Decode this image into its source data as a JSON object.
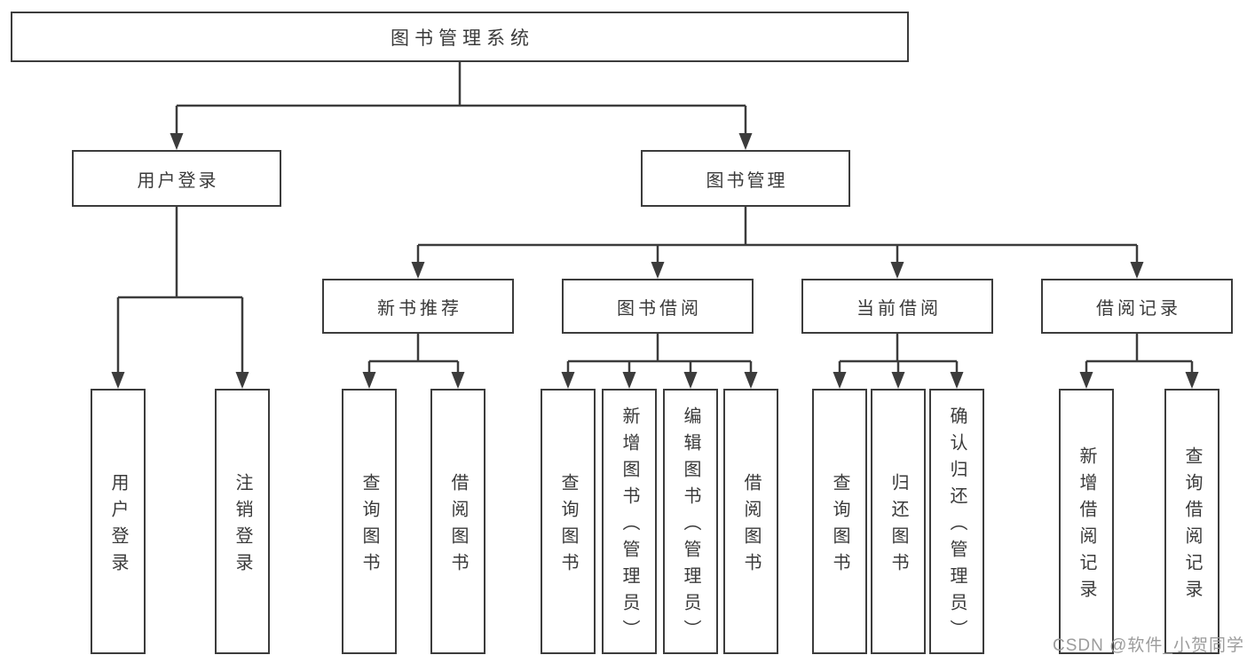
{
  "tree": {
    "root": "图书管理系统",
    "children": [
      {
        "label": "用户登录",
        "children": [
          "用户登录",
          "注销登录"
        ]
      },
      {
        "label": "图书管理",
        "children": [
          {
            "label": "新书推荐",
            "children": [
              "查询图书",
              "借阅图书"
            ]
          },
          {
            "label": "图书借阅",
            "children": [
              "查询图书",
              "新增图书（管理员）",
              "编辑图书（管理员）",
              "借阅图书"
            ]
          },
          {
            "label": "当前借阅",
            "children": [
              "查询图书",
              "归还图书",
              "确认归还（管理员）"
            ]
          },
          {
            "label": "借阅记录",
            "children": [
              "新增借阅记录",
              "查询借阅记录"
            ]
          }
        ]
      }
    ]
  },
  "watermark": {
    "text": "CSDN @软件_小贺同学"
  },
  "colors": {
    "line": "#3c3c3c",
    "box_border": "#3c3c3c",
    "text": "#3a3a3a",
    "watermark": "#9c9c9c",
    "background": "#ffffff"
  }
}
